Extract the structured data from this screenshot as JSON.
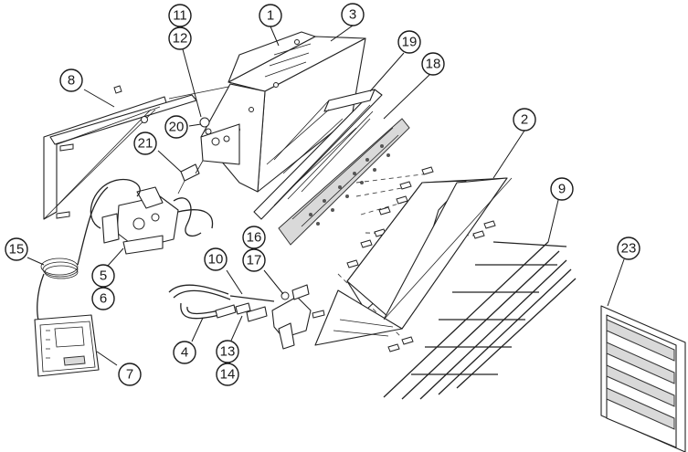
{
  "diagram": {
    "callouts": [
      {
        "id": "c1",
        "label": "1"
      },
      {
        "id": "c2",
        "label": "2"
      },
      {
        "id": "c3",
        "label": "3"
      },
      {
        "id": "c4",
        "label": "4"
      },
      {
        "id": "c5",
        "label": "5"
      },
      {
        "id": "c6",
        "label": "6"
      },
      {
        "id": "c7",
        "label": "7"
      },
      {
        "id": "c8",
        "label": "8"
      },
      {
        "id": "c9",
        "label": "9"
      },
      {
        "id": "c10",
        "label": "10"
      },
      {
        "id": "c11",
        "label": "11"
      },
      {
        "id": "c12",
        "label": "12"
      },
      {
        "id": "c13",
        "label": "13"
      },
      {
        "id": "c14",
        "label": "14"
      },
      {
        "id": "c15",
        "label": "15"
      },
      {
        "id": "c16",
        "label": "16"
      },
      {
        "id": "c17",
        "label": "17"
      },
      {
        "id": "c18",
        "label": "18"
      },
      {
        "id": "c19",
        "label": "19"
      },
      {
        "id": "c20",
        "label": "20"
      },
      {
        "id": "c21",
        "label": "21"
      },
      {
        "id": "c23",
        "label": "23"
      }
    ]
  }
}
